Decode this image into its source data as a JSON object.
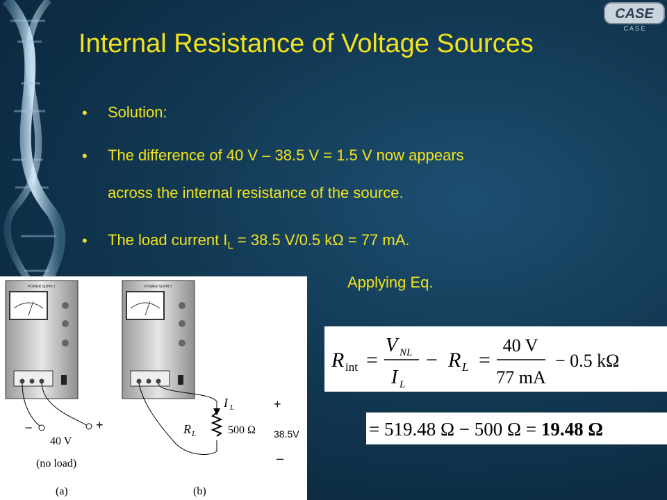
{
  "slide": {
    "title": "Internal Resistance of Voltage Sources",
    "logo_text_main": "CASE",
    "logo_text_sub": "C A S E",
    "bullet_glyph": "•",
    "bullets": [
      {
        "text": "Solution:"
      },
      {
        "line1": "The difference of 40 V – 38.5 V = 1.5 V now appears",
        "line2": "across the internal resistance of the source."
      },
      {
        "pre": "The load current I",
        "sub": "L",
        "post": " = 38.5 V/0.5 kΩ = 77 mA."
      }
    ],
    "applying": "Applying Eq."
  },
  "figure": {
    "supply_label": "POWER SUPPLY",
    "a": {
      "minus": "−",
      "plus": "+",
      "voltage": "40 V",
      "note": "(no load)",
      "caption": "(a)"
    },
    "b": {
      "current_I": "I",
      "current_sub": "L",
      "res_R": "R",
      "res_sub": "L",
      "res_value": "500 Ω",
      "plus": "+",
      "minus": "–",
      "caption": "(b)"
    },
    "label_38_5": "38.5V"
  },
  "equation1": {
    "r": "R",
    "r_sub": "int",
    "eq": "=",
    "frac1_num": "V",
    "frac1_num_sub": "NL",
    "frac1_den": "I",
    "frac1_den_sub": "L",
    "minus": "−",
    "rl": "R",
    "rl_sub": "L",
    "frac2_num": "40 V",
    "frac2_den": "77 mA",
    "tail": "− 0.5 kΩ"
  },
  "equation2": {
    "text": "= 519.48 Ω − 500 Ω = ",
    "result": "19.48 Ω"
  }
}
